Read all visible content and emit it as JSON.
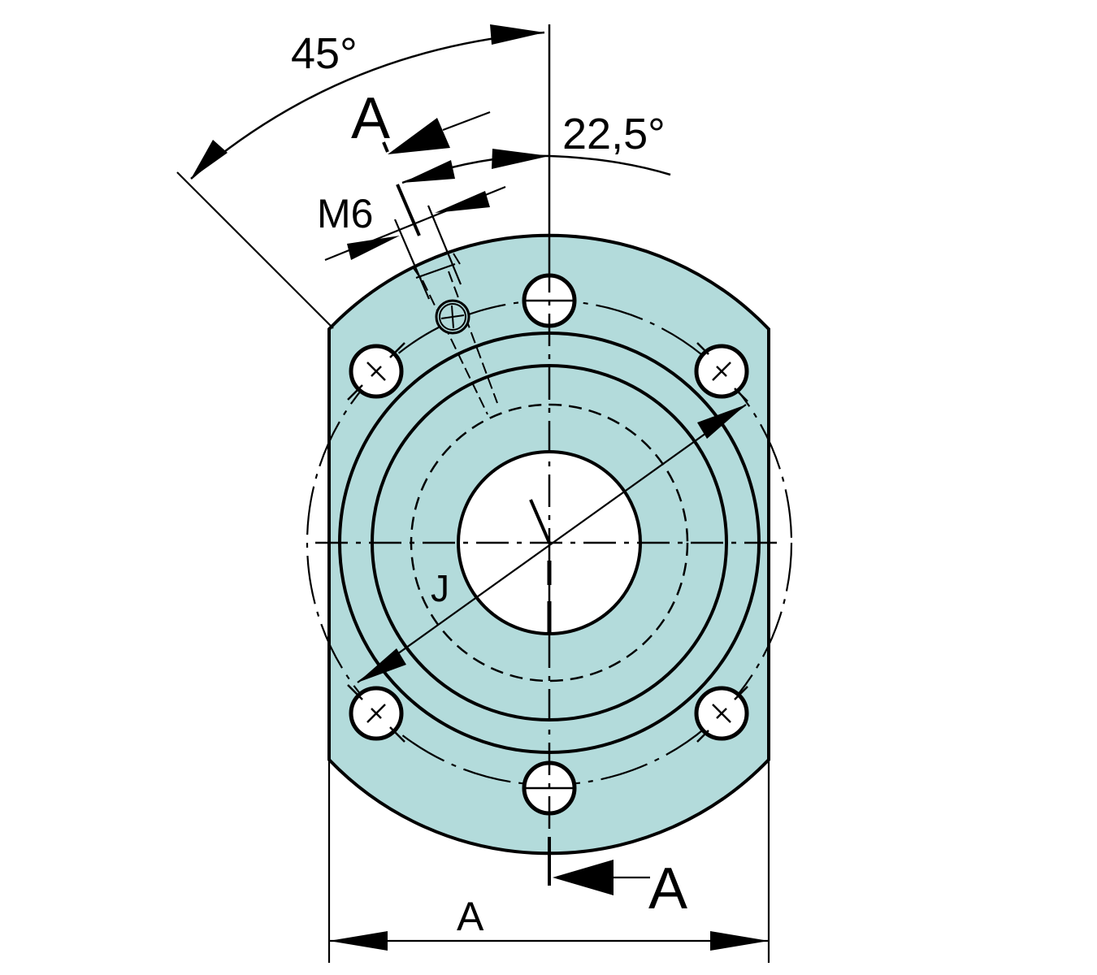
{
  "drawing": {
    "type": "flange-bearing-front-view",
    "fill_color": "#b3dbdb",
    "line_color": "#000000",
    "labels": {
      "angle_45": "45°",
      "angle_22_5": "22,5°",
      "section_top": "A",
      "section_bottom": "A",
      "thread": "M6",
      "diameter": "J",
      "width": "A"
    },
    "holes": {
      "count": 6,
      "pitch_angle_deg": 45,
      "offset_angle_deg": 22.5
    }
  }
}
